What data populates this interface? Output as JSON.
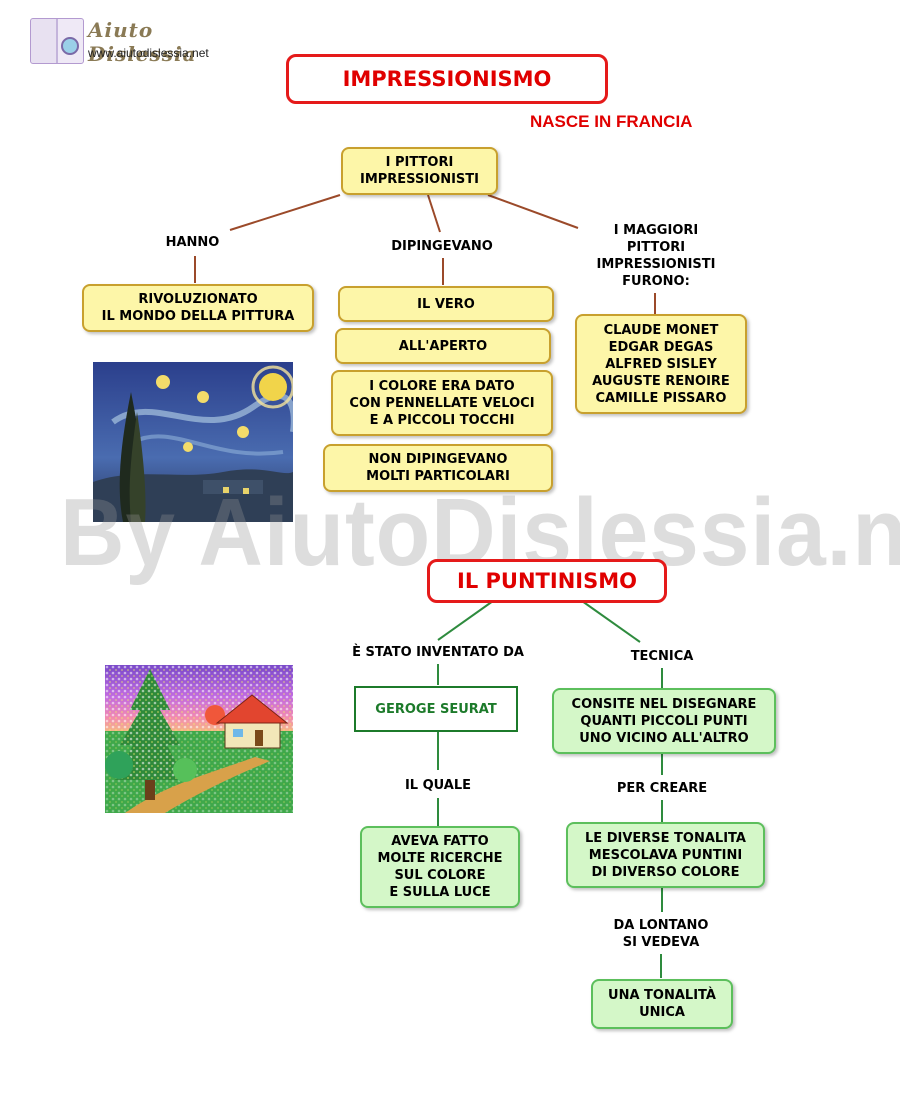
{
  "header": {
    "logo_name": "Aiuto Dislessia",
    "logo_url": "www.aiutodislessia.net"
  },
  "watermark": "By AiutoDislessia.net",
  "impressionismo": {
    "title": "IMPRESSIONISMO",
    "subtitle": "NASCE IN FRANCIA",
    "root": "I PITTORI\nIMPRESSIONISTI",
    "branch_hanno": {
      "label": "HANNO",
      "box": "RIVOLUZIONATO\nIL MONDO DELLA PITTURA"
    },
    "branch_dipingevano": {
      "label": "DIPINGEVANO",
      "items": [
        "IL VERO",
        "ALL'APERTO",
        "I COLORE ERA DATO\nCON PENNELLATE VELOCI\nE A PICCOLI TOCCHI",
        "NON DIPINGEVANO\nMOLTI PARTICOLARI"
      ]
    },
    "branch_maggiori": {
      "label": "I MAGGIORI\nPITTORI\nIMPRESSIONISTI\nFURONO:",
      "box": "CLAUDE MONET\nEDGAR DEGAS\nALFRED SISLEY\nAUGUSTE RENOIRE\nCAMILLE PISSARO"
    }
  },
  "puntinismo": {
    "title": "IL PUNTINISMO",
    "left_label": "È STATO INVENTATO DA",
    "inventor": "GEROGE SEURAT",
    "il_quale_label": "IL QUALE",
    "research": "AVEVA FATTO\nMOLTE RICERCHE\nSUL COLORE\nE SULLA LUCE",
    "right_label": "TECNICA",
    "technique": "CONSITE NEL DISEGNARE\nQUANTI PICCOLI PUNTI\nUNO VICINO ALL'ALTRO",
    "per_creare_label": "PER CREARE",
    "tonalities": "LE DIVERSE TONALITA\nMESCOLAVA PUNTINI\nDI DIVERSO COLORE",
    "da_lontano_label": "DA LONTANO\nSI VEDEVA",
    "result": "UNA TONALITÀ\nUNICA"
  },
  "colors": {
    "title_red": "#e00000",
    "yellow_box": "#fdf6a8",
    "green_box": "#d4f7c8",
    "connector_brown": "#9b4a2a",
    "connector_green": "#2e8b3e"
  }
}
